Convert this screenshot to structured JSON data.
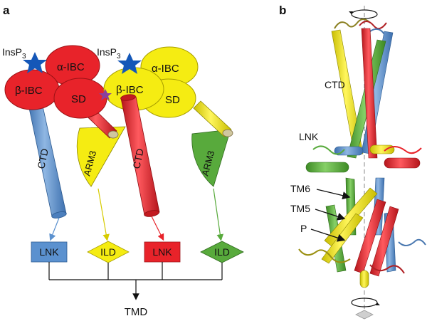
{
  "panels": {
    "a": "a",
    "b": "b"
  },
  "colors": {
    "red": "#e8232a",
    "yellow": "#f5ec12",
    "blue": "#5b91cf",
    "green": "#58aa3c",
    "star": "#1457b8",
    "purple_star": "#8a3f9e"
  },
  "panel_a": {
    "insp3_left": {
      "base": "InsP",
      "sub": "3"
    },
    "insp3_right": {
      "base": "InsP",
      "sub": "3"
    },
    "red_subunit": {
      "alpha": "α-IBC",
      "beta": "β-IBC",
      "sd": "SD",
      "ctd": "CTD",
      "arm3": "ARM3"
    },
    "yellow_subunit": {
      "alpha": "α-IBC",
      "beta": "β-IBC",
      "sd": "SD",
      "ctd": "CTD",
      "arm3": "ARM3"
    },
    "boxes": [
      {
        "label": "LNK",
        "shape": "rect",
        "color": "blue"
      },
      {
        "label": "ILD",
        "shape": "diamond",
        "color": "yellow"
      },
      {
        "label": "LNK",
        "shape": "rect",
        "color": "red"
      },
      {
        "label": "ILD",
        "shape": "diamond",
        "color": "green"
      }
    ],
    "output": "TMD"
  },
  "panel_b": {
    "labels": [
      "CTD",
      "LNK",
      "TM6",
      "TM5",
      "P"
    ]
  }
}
